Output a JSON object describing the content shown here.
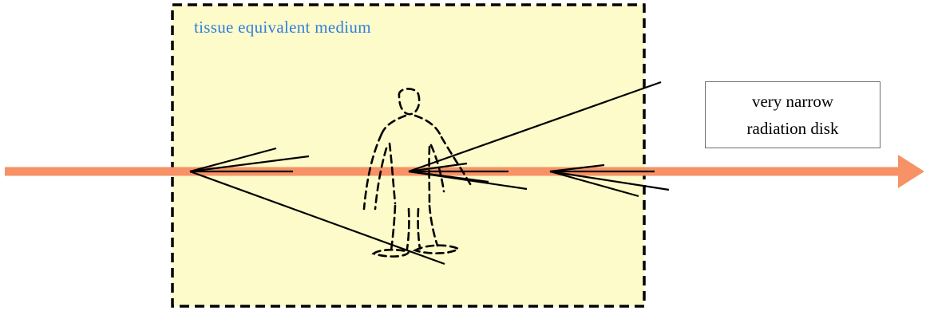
{
  "medium": {
    "label": "tissue equivalent medium"
  },
  "disk": {
    "line1": "very narrow",
    "line2": "radiation disk"
  },
  "colors": {
    "medium_fill": "#fdfbc9",
    "beam": "#f79266",
    "label_text": "#2f7de1",
    "lines": "#000000"
  },
  "icons": {
    "person": "dashed-person-outline-icon",
    "beam_arrow": "arrow-right-icon"
  }
}
